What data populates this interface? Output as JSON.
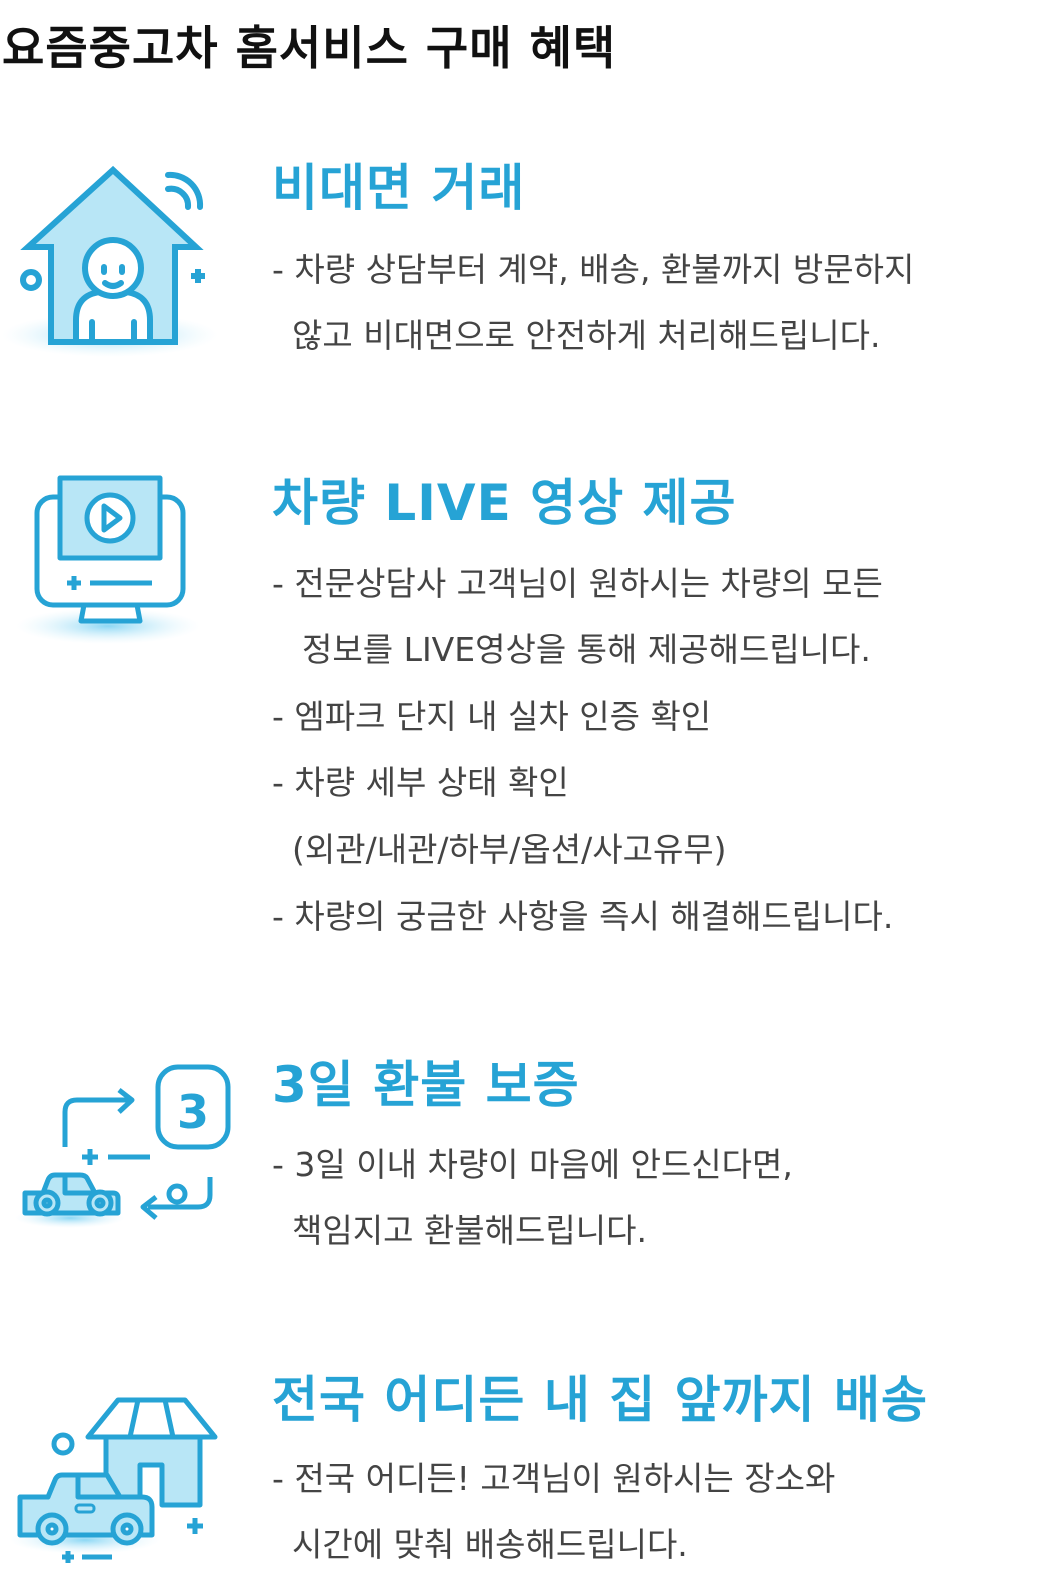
{
  "page_title": "요즘중고차 홈서비스 구매 혜택",
  "colors": {
    "accent": "#26a3d5",
    "icon_fill": "#b8e6f6",
    "text": "#444444"
  },
  "sections": [
    {
      "icon": "house-person-icon",
      "heading": "비대면 거래",
      "lines": [
        "- 차량 상담부터 계약, 배송, 환불까지 방문하지",
        "않고 비대면으로 안전하게 처리해드립니다."
      ]
    },
    {
      "icon": "monitor-video-icon",
      "heading": "차량 LIVE 영상 제공",
      "lines": [
        "- 전문상담사 고객님이 원하시는 차량의 모든",
        "정보를 LIVE영상을 통해 제공해드립니다.",
        "- 엠파크 단지 내 실차 인증 확인",
        "- 차량 세부 상태 확인",
        "(외관/내관/하부/옵션/사고유무)",
        "- 차량의 궁금한 사항을 즉시 해결해드립니다."
      ]
    },
    {
      "icon": "car-refund-3-icon",
      "heading": "3일 환불 보증",
      "badge": "3",
      "lines": [
        "- 3일 이내 차량이 마음에 안드신다면,",
        "책임지고 환불해드립니다."
      ]
    },
    {
      "icon": "car-home-delivery-icon",
      "heading": "전국 어디든 내 집 앞까지 배송",
      "lines": [
        "- 전국 어디든! 고객님이 원하시는 장소와",
        "시간에 맞춰 배송해드립니다."
      ]
    }
  ]
}
